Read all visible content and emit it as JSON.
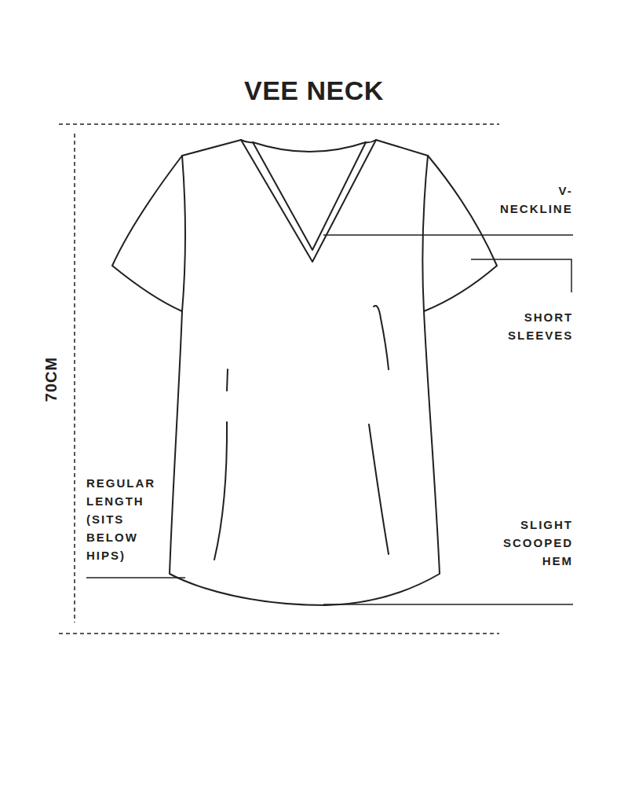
{
  "diagram": {
    "title": "VEE NECK",
    "labels": [
      "70CM",
      "V- NECKLINE",
      "SHORT SLEEVES",
      "REGULAR LENGTH (SITS BELOW HIPS)",
      "SLIGHT SCOOPED HEM"
    ]
  }
}
